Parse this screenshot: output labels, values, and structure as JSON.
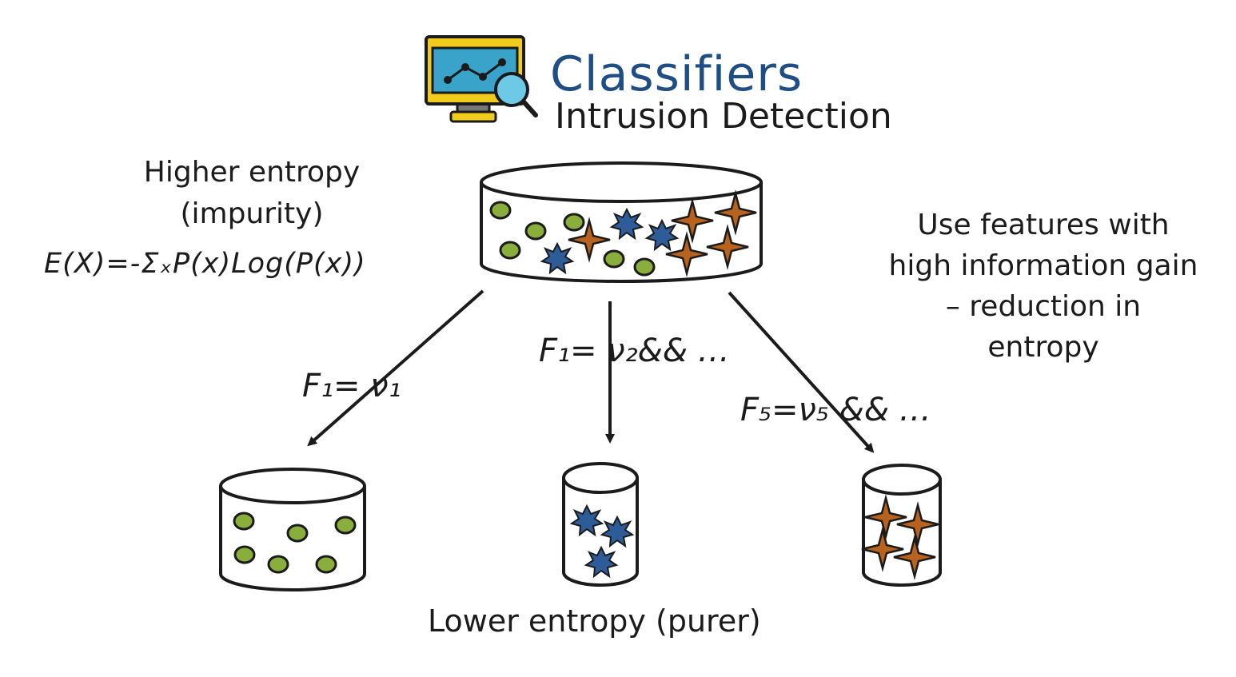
{
  "header": {
    "title": "Classifiers",
    "subtitle": "Intrusion Detection",
    "icon": "monitor-chart-search-icon"
  },
  "left": {
    "entropy_line1": "Higher entropy",
    "entropy_line2": "(impurity)",
    "formula": "E(X)=-ΣₓP(x)Log(P(x))"
  },
  "right": {
    "note": "Use features with high information gain – reduction in entropy"
  },
  "edges": [
    {
      "text": "F₁=  ν₁"
    },
    {
      "text": "F₁=  ν₂&&  …"
    },
    {
      "text": "F₅=ν₅  &&  …"
    }
  ],
  "bottom": {
    "label": "Lower entropy (purer)"
  },
  "colors": {
    "title": "#1f4e84",
    "circle": "#8aae3c",
    "star_blue": "#2e5c99",
    "star_orange": "#b8621f",
    "monitor_screen": "#3aa3c9",
    "monitor_frame": "#f2cc1c"
  }
}
